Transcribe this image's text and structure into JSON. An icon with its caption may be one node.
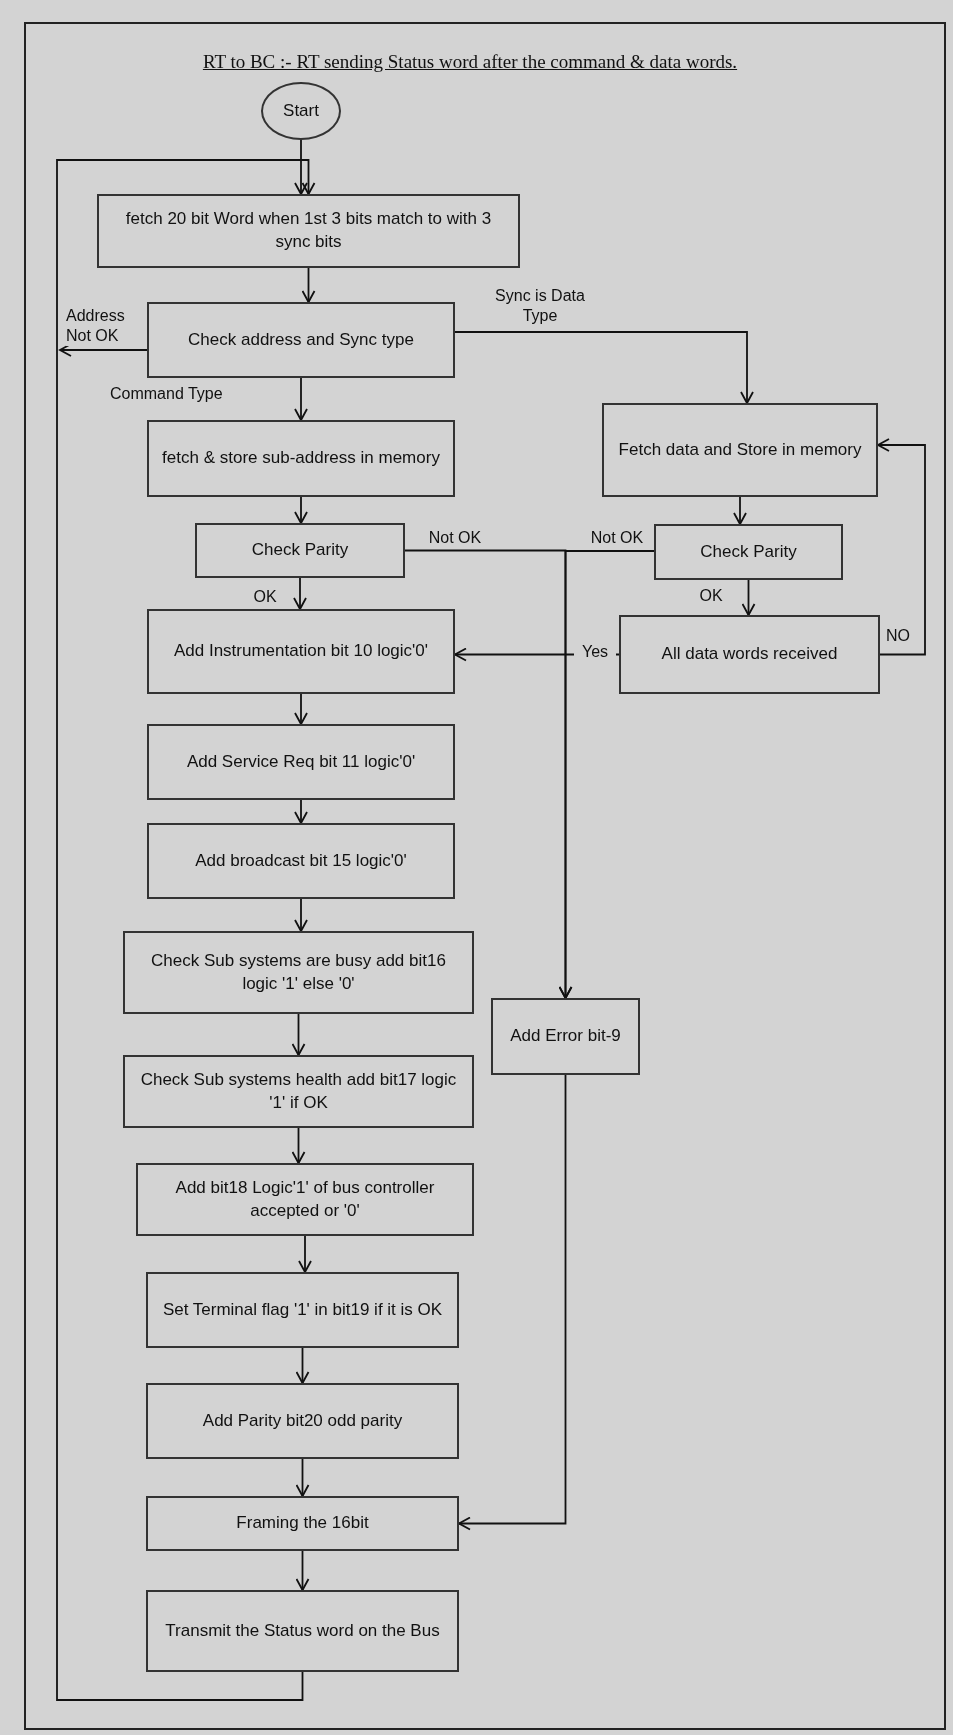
{
  "diagram": {
    "title": "RT to BC :- RT sending Status word after the command & data words.",
    "nodes": [
      {
        "text": [
          "Start"
        ]
      },
      {
        "text": [
          "fetch 20 bit Word when 1st 3 bits match to with 3 sync bits"
        ]
      },
      {
        "text": [
          "Check address and Sync type"
        ]
      },
      {
        "text": [
          "fetch & store sub-address in memory"
        ]
      },
      {
        "text": [
          "Check Parity"
        ]
      },
      {
        "text": [
          "Fetch data and Store in memory"
        ]
      },
      {
        "text": [
          "Check Parity"
        ]
      },
      {
        "text": [
          "All data words received"
        ]
      },
      {
        "text": [
          "Add Instrumentation bit 10 logic'0'"
        ]
      },
      {
        "text": [
          "Add Service Req bit 11 logic'0'"
        ]
      },
      {
        "text": [
          "Add broadcast bit 15 logic'0'"
        ]
      },
      {
        "text": [
          "Check Sub systems are busy add bit16 logic '1' else '0'"
        ]
      },
      {
        "text": [
          "Check Sub systems health add bit17 logic '1' if OK"
        ]
      },
      {
        "text": [
          "Add bit18 Logic'1' of bus controller accepted or '0'"
        ]
      },
      {
        "text": [
          "Set Terminal flag '1' in bit19 if it is OK"
        ]
      },
      {
        "text": [
          "Add Parity bit20 odd parity"
        ]
      },
      {
        "text": [
          "Add Error bit-9"
        ]
      },
      {
        "text": [
          "Framing the 16bit"
        ]
      },
      {
        "text": [
          "Transmit the Status word on the Bus"
        ]
      }
    ],
    "edges": [
      {
        "from": 0,
        "to": 1,
        "arrow": "to"
      },
      {
        "from": 18,
        "to": 1,
        "arrow": "to"
      },
      {
        "from": 1,
        "to": 2,
        "arrow": "to"
      },
      {
        "from": 2,
        "to": null,
        "arrow": "to",
        "label": "Address Not OK"
      },
      {
        "from": 2,
        "to": 5,
        "arrow": "to",
        "label": "Sync is Data Type"
      },
      {
        "from": 2,
        "to": 3,
        "arrow": "to",
        "label": "Command Type"
      },
      {
        "from": 3,
        "to": 4,
        "arrow": "to"
      },
      {
        "from": 5,
        "to": 6,
        "arrow": "to"
      },
      {
        "from": 4,
        "to": 16,
        "arrow": "to",
        "label": "Not OK"
      },
      {
        "from": 6,
        "to": 16,
        "arrow": "to",
        "label": "Not OK"
      },
      {
        "from": 4,
        "to": 8,
        "arrow": "to",
        "label": "OK"
      },
      {
        "from": 6,
        "to": 7,
        "arrow": "to",
        "label": "OK"
      },
      {
        "from": 7,
        "to": 8,
        "arrow": "to",
        "label": "Yes"
      },
      {
        "from": 7,
        "to": 5,
        "arrow": "to",
        "label": "NO"
      },
      {
        "from": 8,
        "to": 9,
        "arrow": "to"
      },
      {
        "from": 9,
        "to": 10,
        "arrow": "to"
      },
      {
        "from": 10,
        "to": 11,
        "arrow": "to"
      },
      {
        "from": 11,
        "to": 12,
        "arrow": "to"
      },
      {
        "from": 12,
        "to": 13,
        "arrow": "to"
      },
      {
        "from": 13,
        "to": 14,
        "arrow": "to"
      },
      {
        "from": 14,
        "to": 15,
        "arrow": "to"
      },
      {
        "from": 15,
        "to": 17,
        "arrow": "to"
      },
      {
        "from": 16,
        "to": 17,
        "arrow": "to"
      },
      {
        "from": 17,
        "to": 18,
        "arrow": "to"
      }
    ]
  }
}
